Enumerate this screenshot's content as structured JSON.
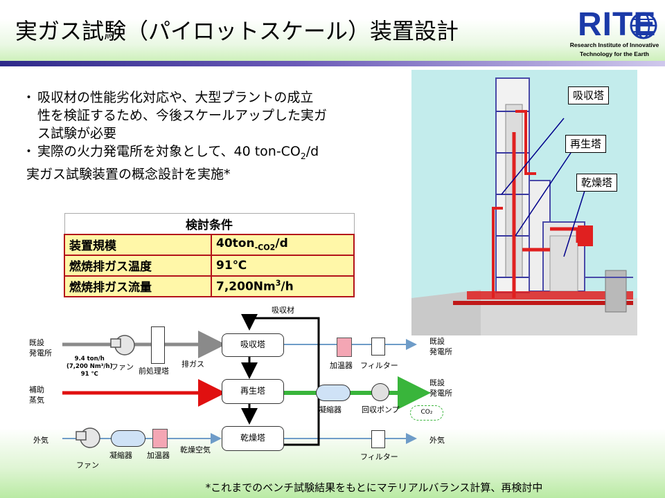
{
  "header": {
    "title": "実ガス試験（パイロットスケール）装置設計",
    "logo_text": "RITE",
    "logo_line1": "Research Institute of Innovative",
    "logo_line2": "Technology for the Earth"
  },
  "bullets": {
    "b1_l1": "吸収材の性能劣化対応や、大型プラントの成立",
    "b1_l2": "性を検証するため、今後スケールアップした実ガ",
    "b1_l3": "ス試験が必要",
    "b2_pre": "実際の火力発電所を対象として、40 ton-CO",
    "b2_sub": "2",
    "b2_post": "/d",
    "b3": "実ガス試験装置の概念設計を実施*"
  },
  "tower_labels": {
    "absorber": "吸収塔",
    "regenerator": "再生塔",
    "dryer": "乾燥塔"
  },
  "conditions": {
    "header": "検討条件",
    "rows": [
      {
        "label": "装置規模",
        "value_pre": "40ton",
        "value_sub": "-CO2",
        "value_post": "/d"
      },
      {
        "label": "燃焼排ガス温度",
        "value_pre": "91℃",
        "value_sub": "",
        "value_post": ""
      },
      {
        "label": "燃焼排ガス流量",
        "value_pre": "7,200Nm",
        "value_sup": "3",
        "value_post": "/h"
      }
    ]
  },
  "flow": {
    "absorbent": "吸収材",
    "existing_plant": "既設\n発電所",
    "existing_l1": "既設",
    "existing_l2": "発電所",
    "flow_l1": "9.4 ton/h",
    "flow_l2": "(7,200 Nm³/h)",
    "flow_l3": "91 ℃",
    "fan": "ファン",
    "pretreatment": "前処理塔",
    "flue_gas": "排ガス",
    "absorber": "吸収塔",
    "regenerator": "再生塔",
    "dryer": "乾燥塔",
    "heater": "加温器",
    "filter": "フィルター",
    "aux_l1": "補助",
    "aux_l2": "蒸気",
    "condenser": "凝縮器",
    "recovery_pump": "回収ポンプ",
    "co2": "CO₂",
    "outside_air": "外気",
    "dry_air": "乾燥空気"
  },
  "footnote": "*これまでのベンチ試験結果をもとにマテリアルバランス計算、再検討中"
}
